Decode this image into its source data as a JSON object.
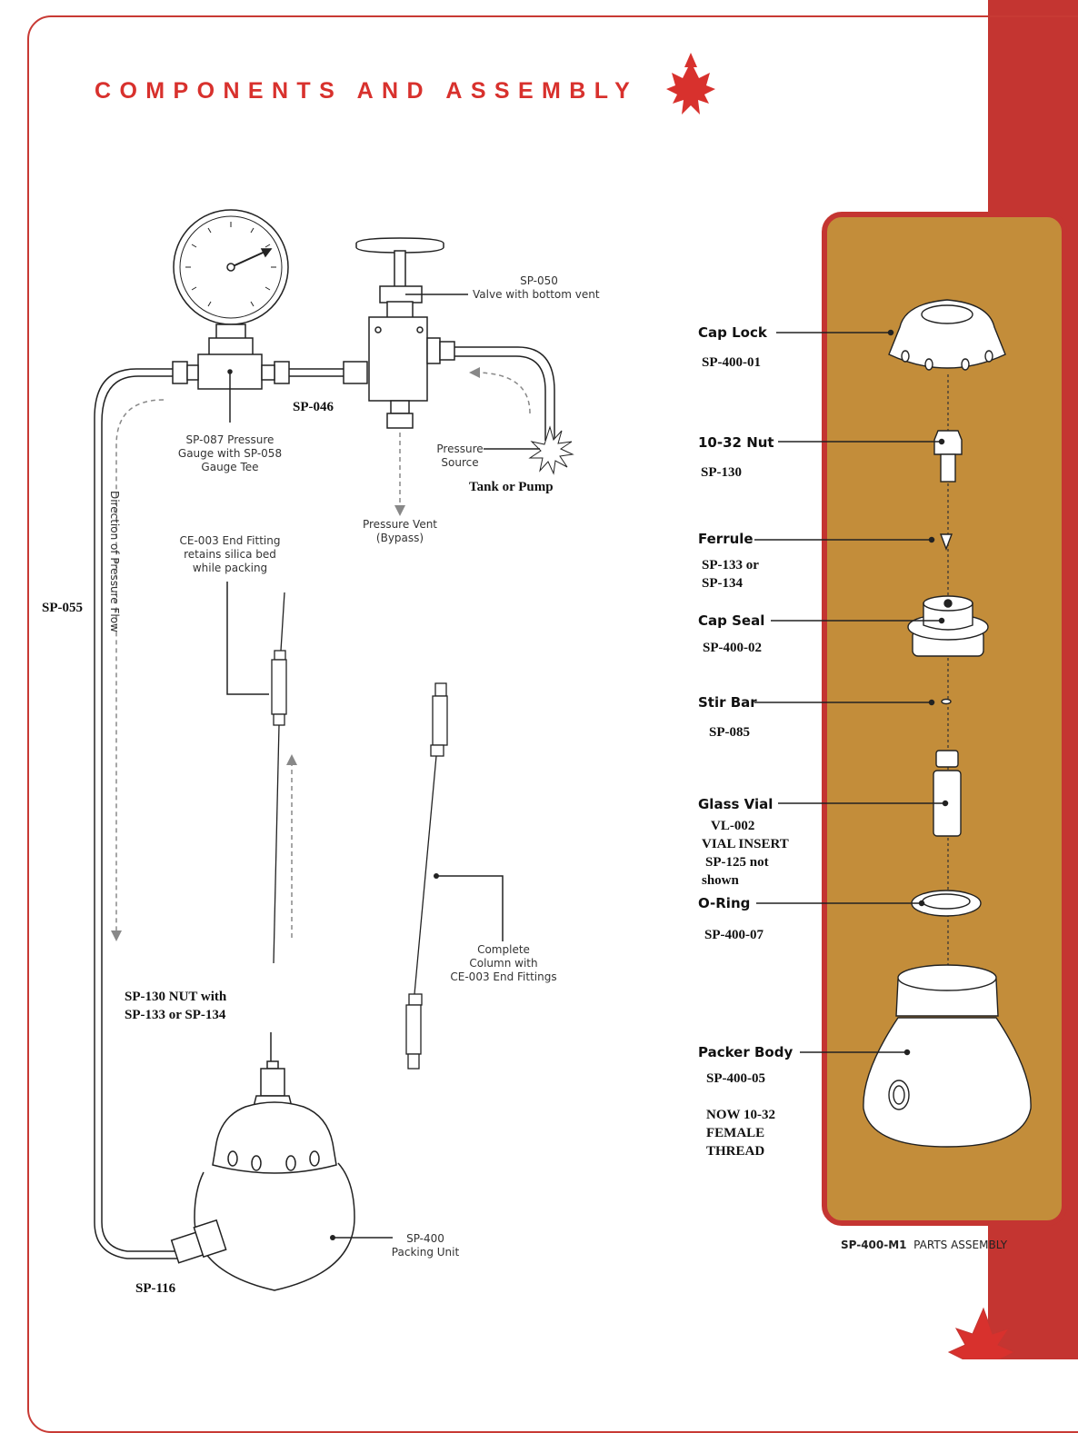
{
  "title": "COMPONENTS AND ASSEMBLY",
  "colors": {
    "accent_red": "#c43531",
    "panel_tan": "#c38d3a"
  },
  "icons": [
    "maple-leaf-icon",
    "starburst-icon"
  ],
  "left": {
    "valve": {
      "code": "SP-050",
      "desc": "Valve with bottom vent"
    },
    "gauge": {
      "line1": "SP-087 Pressure",
      "line2": "Gauge with SP-058",
      "line3": "Gauge Tee"
    },
    "tee_code": "SP-046",
    "pressure_source": {
      "line1": "Pressure",
      "line2": "Source"
    },
    "tank": "Tank or Pump",
    "vent": {
      "line1": "Pressure Vent",
      "line2": "(Bypass)"
    },
    "direction": "Direction of Pressure Flow",
    "end_fitting": {
      "line1": "CE-003 End Fitting",
      "line2": "retains silica bed",
      "line3": "while packing"
    },
    "tubing_code": "SP-055",
    "column": {
      "line1": "Complete",
      "line2": "Column with",
      "line3": "CE-003 End Fittings"
    },
    "nut": {
      "line1": "SP-130 NUT with",
      "line2": "SP-133 or SP-134"
    },
    "packing_unit": {
      "line1": "SP-400",
      "line2": "Packing Unit"
    },
    "fitting_code": "SP-116"
  },
  "parts": [
    {
      "name": "Cap Lock",
      "code_lines": [
        "SP-400-01"
      ]
    },
    {
      "name": "10-32 Nut",
      "code_lines": [
        "SP-130"
      ]
    },
    {
      "name": "Ferrule",
      "code_lines": [
        "SP-133 or",
        "SP-134"
      ]
    },
    {
      "name": "Cap Seal",
      "code_lines": [
        "SP-400-02"
      ]
    },
    {
      "name": "Stir Bar",
      "code_lines": [
        "SP-085"
      ]
    },
    {
      "name": "Glass Vial",
      "code_lines": [
        "VL-002",
        "VIAL INSERT",
        "SP-125 not",
        "shown"
      ]
    },
    {
      "name": "O-Ring",
      "code_lines": [
        "SP-400-07"
      ]
    },
    {
      "name": "Packer Body",
      "code_lines": [
        "SP-400-05",
        "",
        "NOW 10-32",
        "FEMALE",
        "THREAD"
      ]
    }
  ],
  "caption": {
    "code": "SP-400-M1",
    "text": "PARTS ASSEMBLY"
  }
}
